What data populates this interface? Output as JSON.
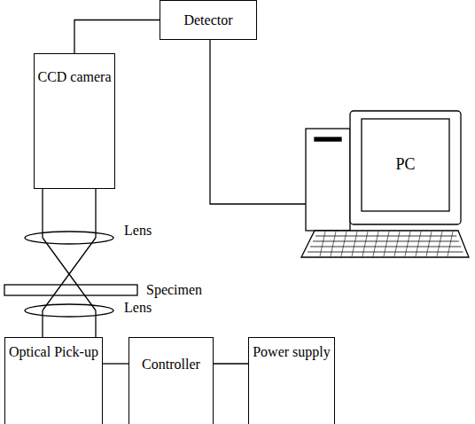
{
  "diagram": {
    "nodes": [
      {
        "text": [
          "Detector"
        ]
      },
      {
        "text": [
          "CCD camera"
        ]
      },
      {
        "text": [
          "PC"
        ]
      },
      {
        "text": [
          "Optical Pick-up"
        ]
      },
      {
        "text": [
          "Controller"
        ]
      },
      {
        "text": [
          "Power supply"
        ]
      }
    ],
    "edges": [
      {
        "from": 0,
        "to": 1,
        "arrow": "none"
      },
      {
        "from": 0,
        "to": 2,
        "arrow": "none"
      },
      {
        "from": 3,
        "to": 4,
        "arrow": "none"
      },
      {
        "from": 4,
        "to": 5,
        "arrow": "none"
      }
    ],
    "labels": [
      "Lens",
      "Specimen",
      "Lens"
    ]
  }
}
